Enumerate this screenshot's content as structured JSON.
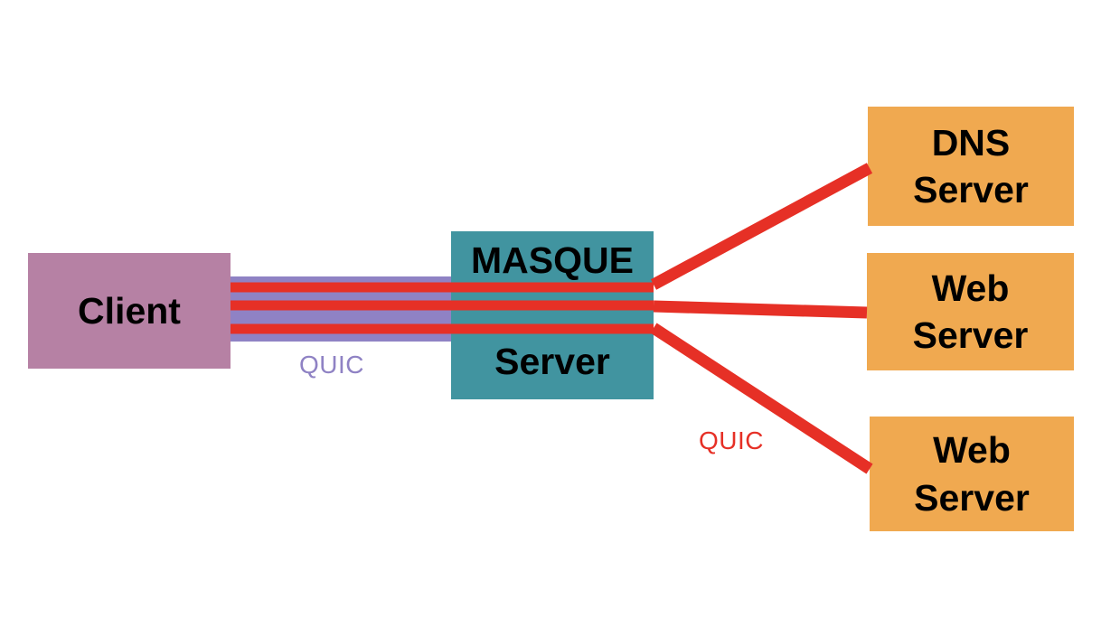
{
  "diagram_type": "network-architecture",
  "nodes": {
    "client": {
      "label": "Client",
      "fill": "#b681a4"
    },
    "masque": {
      "line1": "MASQUE",
      "line2": "Server",
      "fill": "#4194a0"
    },
    "dns": {
      "line1": "DNS",
      "line2": "Server",
      "fill": "#f0a950"
    },
    "web1": {
      "line1": "Web",
      "line2": "Server",
      "fill": "#f0a950"
    },
    "web2": {
      "line1": "Web",
      "line2": "Server",
      "fill": "#f0a950"
    }
  },
  "labels": {
    "quic_tunnel": {
      "text": "QUIC",
      "color": "#8f82c4"
    },
    "quic_streams": {
      "text": "QUIC",
      "color": "#e63026"
    }
  },
  "connections": {
    "tunnel": {
      "label": "QUIC",
      "color": "#8f82c4",
      "from": "Client",
      "to": "MASQUE Server"
    },
    "streams": {
      "label": "QUIC",
      "color": "#e63026",
      "count": 3,
      "from": "MASQUE Server",
      "to": [
        "DNS Server",
        "Web Server",
        "Web Server"
      ]
    }
  }
}
